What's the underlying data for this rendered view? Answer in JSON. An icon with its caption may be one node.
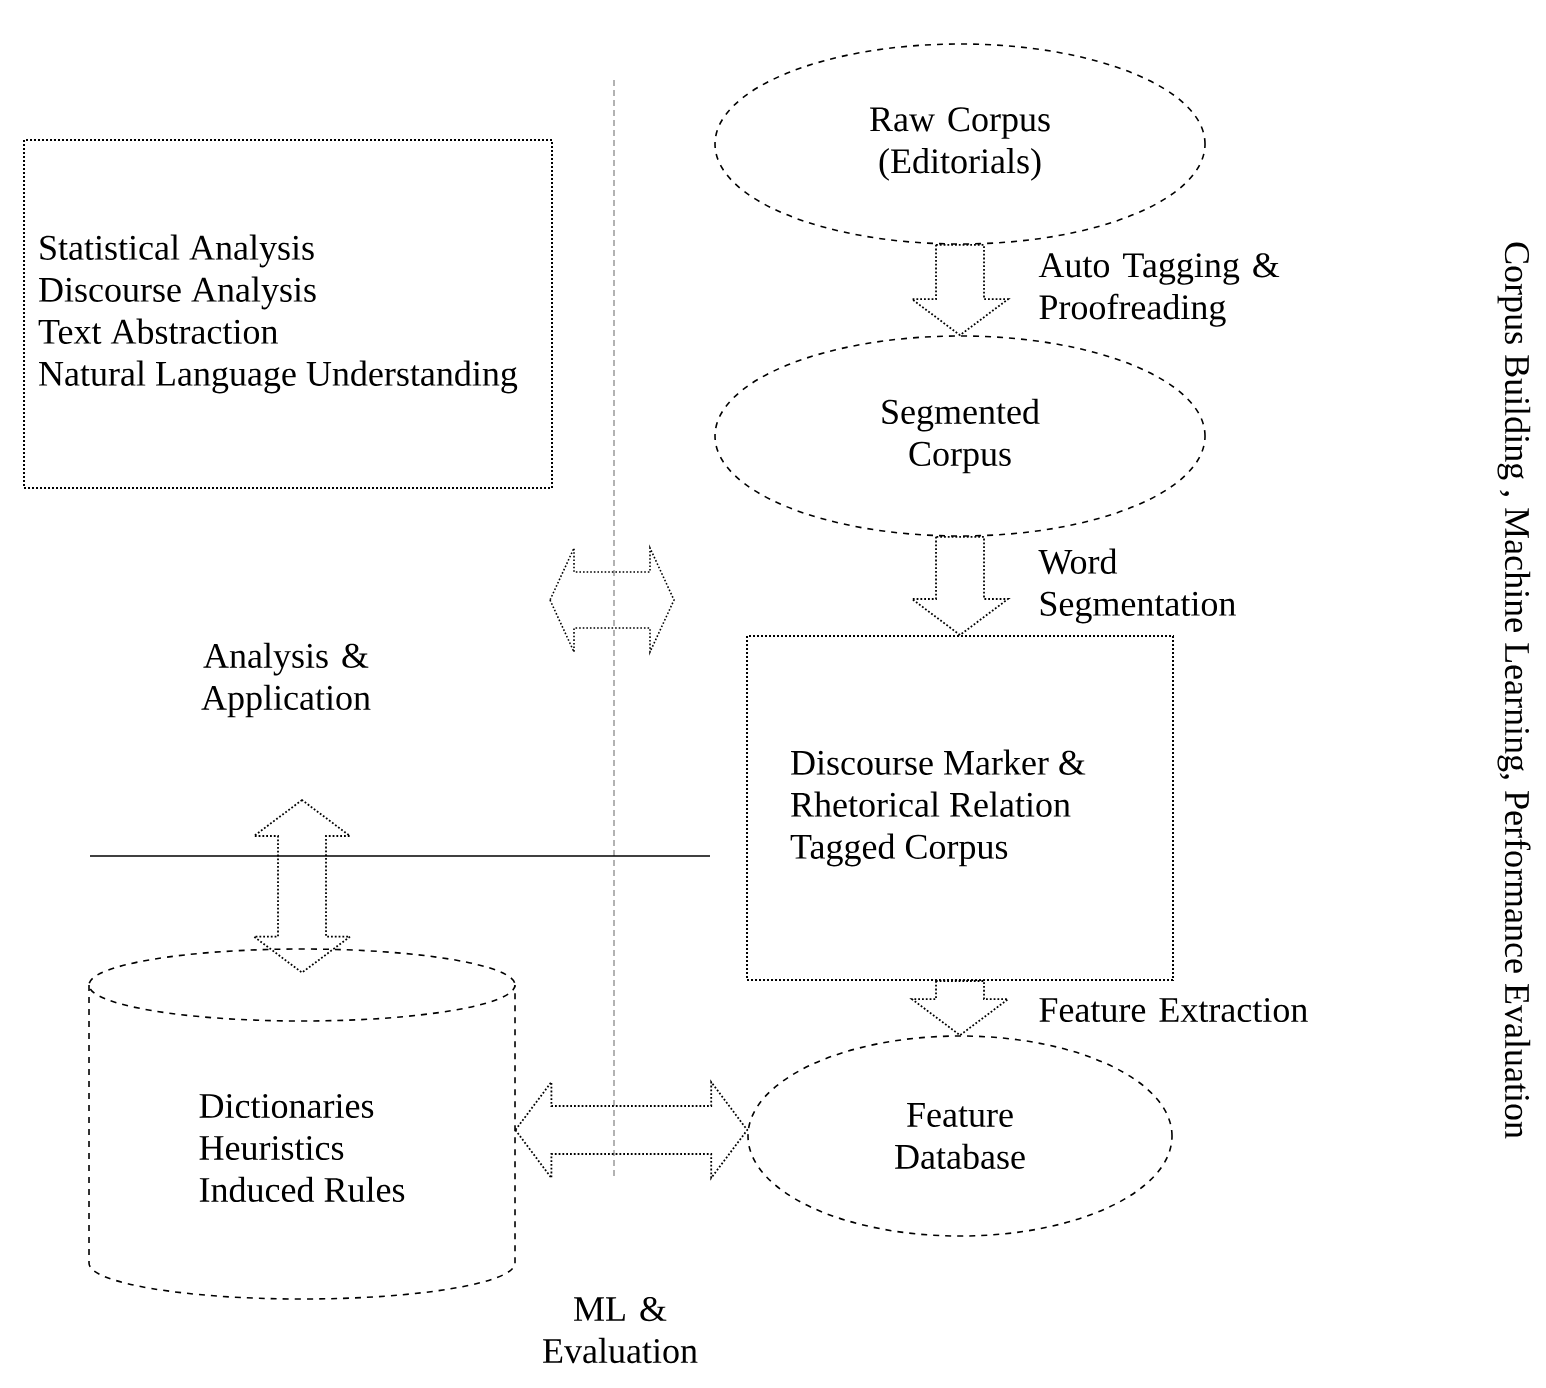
{
  "diagram": {
    "nodes": [
      {
        "text": [
          "Statistical Analysis",
          "Discourse Analysis",
          "Text Abstraction",
          "Natural Language Understanding"
        ]
      },
      {
        "text": [
          "Raw Corpus (Editorials)"
        ]
      },
      {
        "text": [
          "Segmented Corpus"
        ]
      },
      {
        "text": [
          "Discourse Marker & Rhetorical Relation Tagged Corpus"
        ]
      },
      {
        "text": [
          "Feature Database"
        ]
      },
      {
        "text": [
          "Dictionaries",
          "Heuristics",
          "Induced Rules"
        ]
      }
    ],
    "edges": [
      {
        "from": 1,
        "to": 2,
        "arrow": "to",
        "label": "Auto Tagging & Proofreading"
      },
      {
        "from": 2,
        "to": 3,
        "arrow": "to",
        "label": "Word Segmentation"
      },
      {
        "from": 3,
        "to": 4,
        "arrow": "to",
        "label": "Feature Extraction"
      },
      {
        "from": 5,
        "to": 4,
        "arrow": "both",
        "label": "ML & Evaluation"
      },
      {
        "from": null,
        "to": 5,
        "arrow": "both"
      }
    ],
    "labels": [
      "Analysis & Application",
      "Corpus Building , Machine Learning, Performance Evaluation"
    ]
  }
}
